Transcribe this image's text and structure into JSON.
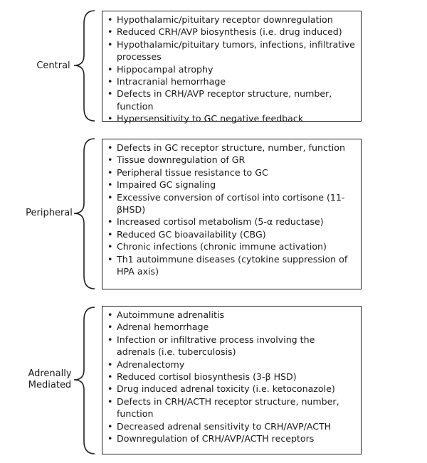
{
  "sections": [
    {
      "label": "Central",
      "items": [
        "Hypothalamic/pituitary receptor downregulation",
        "Reduced CRH/AVP biosynthesis (i.e. drug induced)",
        "Hypothalamic/pituitary tumors, infections, infiltrative processes",
        "Hippocampal atrophy",
        "Intracranial hemorrhage",
        "Defects in CRH/AVP receptor structure, number, function",
        "Hypersensitivity to GC negative feedback"
      ]
    },
    {
      "label": "Peripheral",
      "items": [
        "Defects in GC receptor structure, number, function",
        "Tissue downregulation of GR",
        "Peripheral tissue resistance to GC",
        "Impaired GC signaling",
        "Excessive conversion of cortisol into cortisone (11-βHSD)",
        "Increased cortisol metabolism (5-α reductase)",
        "Reduced GC bioavailability (CBG)",
        "Chronic infections (chronic immune activation)",
        "Th1 autoimmune diseases (cytokine suppression of HPA axis)"
      ]
    },
    {
      "label": "Adrenally Mediated",
      "items": [
        "Autoimmune adrenalitis",
        "Adrenal hemorrhage",
        "Infection or infiltrative process involving the adrenals (i.e. tuberculosis)",
        "Adrenalectomy",
        "Reduced cortisol biosynthesis (3-β HSD)",
        "Drug induced adrenal toxicity (i.e. ketoconazole)",
        "Defects in CRH/ACTH receptor structure, number, function",
        "Decreased adrenal sensitivity to CRH/AVP/ACTH",
        "Downregulation of CRH/AVP/ACTH receptors"
      ]
    }
  ]
}
